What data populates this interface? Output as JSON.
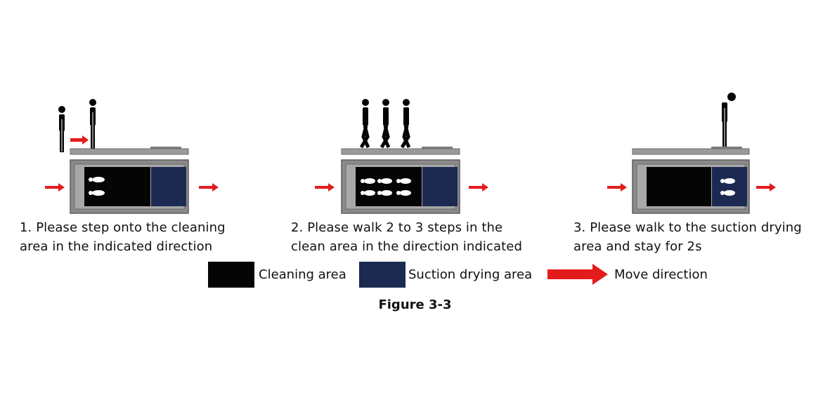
{
  "steps": [
    {
      "line1": "1. Please step onto the cleaning",
      "line2": "area in the indicated direction"
    },
    {
      "line1": "2. Please walk 2 to 3 steps in the",
      "line2": "clean area in the direction indicated"
    },
    {
      "line1": "3. Please walk to the suction drying",
      "line2": "area and stay for 2s"
    }
  ],
  "legend": {
    "cleaning": {
      "label": "Cleaning area",
      "color": "#050505"
    },
    "drying": {
      "label": "Suction drying area",
      "color": "#1c2a52"
    },
    "direction": {
      "label": "Move direction",
      "color": "#e31b1b"
    }
  },
  "figure_title": "Figure 3-3",
  "colors": {
    "frame": "#8a8a8a",
    "frame_dark": "#5e5e5e",
    "top_plate": "#9a9a9a",
    "footprint": "#ffffff",
    "person": "#050505"
  },
  "icons": [
    "person-icon",
    "arrow-icon",
    "footprint-icon"
  ]
}
